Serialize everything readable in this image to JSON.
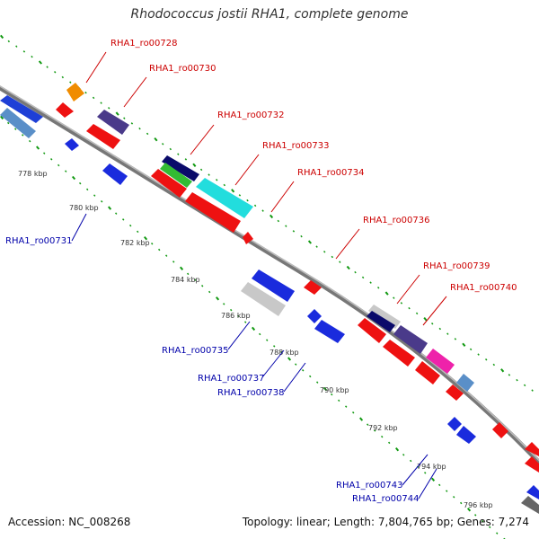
{
  "title": "Rhodococcus jostii RHA1, complete genome",
  "accession": "Accession: NC_008268",
  "topology": "Topology: linear; Length: 7,804,765 bp; Genes: 7,274",
  "colors": {
    "forward_label": "#cc0000",
    "reverse_label": "#0000aa",
    "backbone": "#888888",
    "tick_dots": "#009900"
  },
  "scale_ticks": [
    {
      "label": "778 kbp"
    },
    {
      "label": "780 kbp"
    },
    {
      "label": "782 kbp"
    },
    {
      "label": "784 kbp"
    },
    {
      "label": "786 kbp"
    },
    {
      "label": "788 kbp"
    },
    {
      "label": "790 kbp"
    },
    {
      "label": "792 kbp"
    },
    {
      "label": "794 kbp"
    },
    {
      "label": "796 kbp"
    }
  ],
  "forward_labels": [
    {
      "text": "RHA1_ro00728"
    },
    {
      "text": "RHA1_ro00730"
    },
    {
      "text": "RHA1_ro00732"
    },
    {
      "text": "RHA1_ro00733"
    },
    {
      "text": "RHA1_ro00734"
    },
    {
      "text": "RHA1_ro00736"
    },
    {
      "text": "RHA1_ro00739"
    },
    {
      "text": "RHA1_ro00740"
    }
  ],
  "reverse_labels": [
    {
      "text": "RHA1_ro00731"
    },
    {
      "text": "RHA1_ro00735"
    },
    {
      "text": "RHA1_ro00737"
    },
    {
      "text": "RHA1_ro00738"
    },
    {
      "text": "RHA1_ro00743"
    },
    {
      "text": "RHA1_ro00744"
    }
  ]
}
